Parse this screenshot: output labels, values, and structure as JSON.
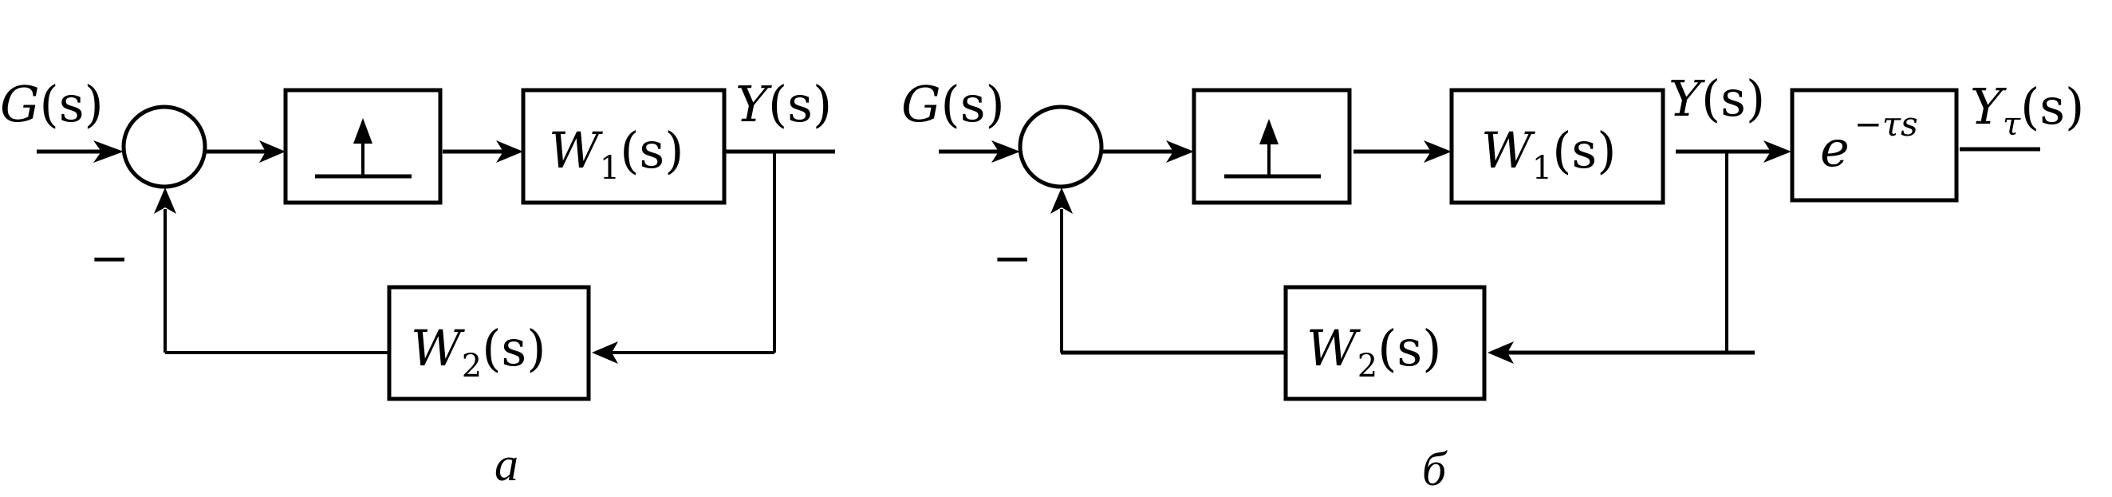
{
  "diagram_a": {
    "caption": "а",
    "input_label": {
      "var": "G",
      "arg": "(s)"
    },
    "output_label": {
      "var": "Y",
      "arg": "(s)"
    },
    "summing_sign": "−",
    "blocks": {
      "nonlinear": {
        "name": "step-element",
        "symbol": "step-up-arrow"
      },
      "forward": {
        "var": "W",
        "sub": "1",
        "arg": "(s)"
      },
      "feedback": {
        "var": "W",
        "sub": "2",
        "arg": "(s)"
      }
    }
  },
  "diagram_b": {
    "caption": "б",
    "input_label": {
      "var": "G",
      "arg": "(s)"
    },
    "output_label": {
      "var": "Y",
      "arg": "(s)"
    },
    "delayed_output_label": {
      "var": "Y",
      "sub": "τ",
      "arg": "(s)"
    },
    "summing_sign": "−",
    "blocks": {
      "nonlinear": {
        "name": "step-element",
        "symbol": "step-up-arrow"
      },
      "forward": {
        "var": "W",
        "sub": "1",
        "arg": "(s)"
      },
      "delay": {
        "base": "e",
        "exp": "−τs"
      },
      "feedback": {
        "var": "W",
        "sub": "2",
        "arg": "(s)"
      }
    }
  }
}
